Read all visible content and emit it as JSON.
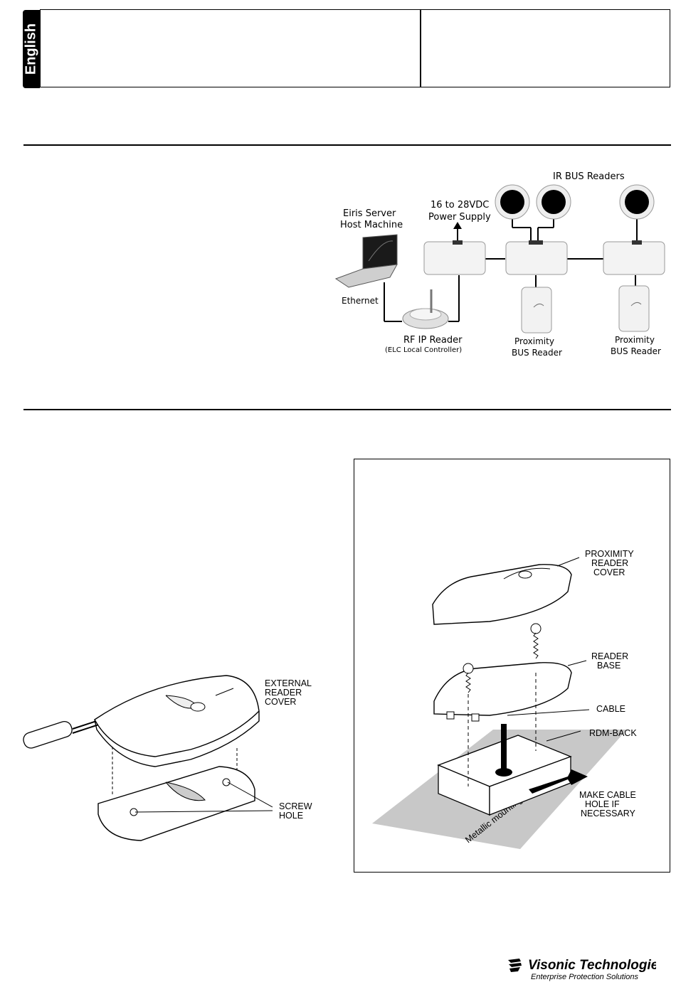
{
  "header": {
    "language_tab": "English"
  },
  "system_diagram": {
    "ir_bus_readers": "IR BUS Readers",
    "power_supply_line1": "16 to 28VDC",
    "power_supply_line2": "Power Supply",
    "server_line1": "Eiris Server",
    "server_line2": "Host Machine",
    "ethernet": "Ethernet",
    "rf_ip_reader": "RF IP Reader",
    "elc": "(ELC Local Controller)",
    "proximity1_line1": "Proximity",
    "proximity1_line2": "BUS Reader",
    "proximity2_line1": "Proximity",
    "proximity2_line2": "BUS Reader"
  },
  "external_reader_figure": {
    "cover_line1": "EXTERNAL",
    "cover_line2": "READER",
    "cover_line3": "COVER",
    "screw_line1": "SCREW",
    "screw_line2": "HOLE"
  },
  "proximity_figure": {
    "cover_line1": "PROXIMITY",
    "cover_line2": "READER",
    "cover_line3": "COVER",
    "base_line1": "READER",
    "base_line2": "BASE",
    "cable": "CABLE",
    "rdm_back": "RDM-BACK",
    "hole_line1": "MAKE CABLE",
    "hole_line2": "HOLE IF",
    "hole_line3": "NECESSARY",
    "surface": "Metallic mounting surface"
  },
  "footer": {
    "brand": "Visonic Technologies",
    "tagline": "Enterprise Protection Solutions"
  }
}
